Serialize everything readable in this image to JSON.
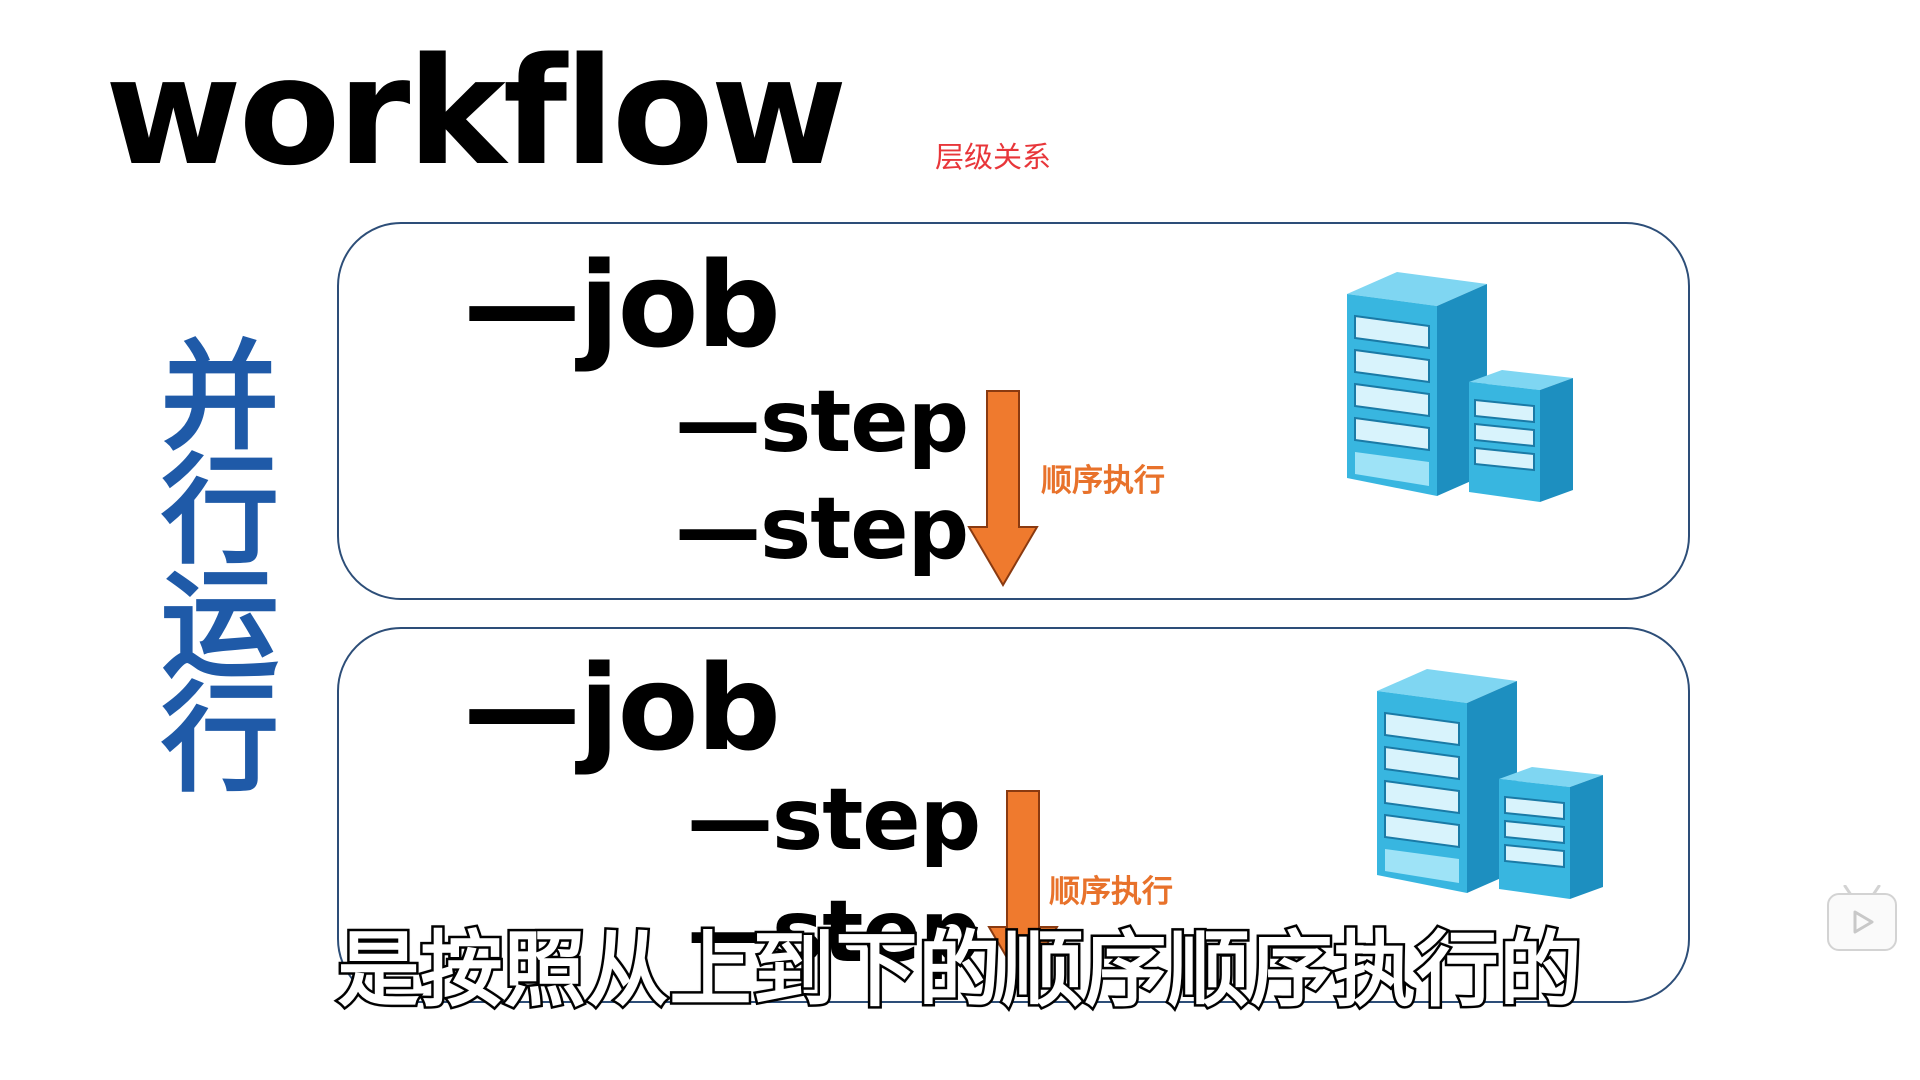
{
  "slide": {
    "title": "workflow",
    "hierarchy_label": "层级关系",
    "parallel_label": [
      "并",
      "行",
      "运",
      "行"
    ],
    "jobs": [
      {
        "job_label": "—job",
        "steps": [
          "—step",
          "—step"
        ],
        "order_label": "顺序执行",
        "server_icon": "server-icon"
      },
      {
        "job_label": "—job",
        "steps": [
          "—step",
          "—step"
        ],
        "order_label": "顺序执行",
        "server_icon": "server-icon"
      }
    ]
  },
  "subtitle": "是按照从上到下的顺序顺序执行的",
  "player": {
    "play_icon": "play-icon"
  },
  "colors": {
    "title": "#000000",
    "hierarchy_label": "#e8363a",
    "parallel_label": "#1f5aa8",
    "box_border": "#2d4e78",
    "arrow": "#ef7a2e",
    "order_label": "#e8722b",
    "server": "#2fb6e3"
  }
}
